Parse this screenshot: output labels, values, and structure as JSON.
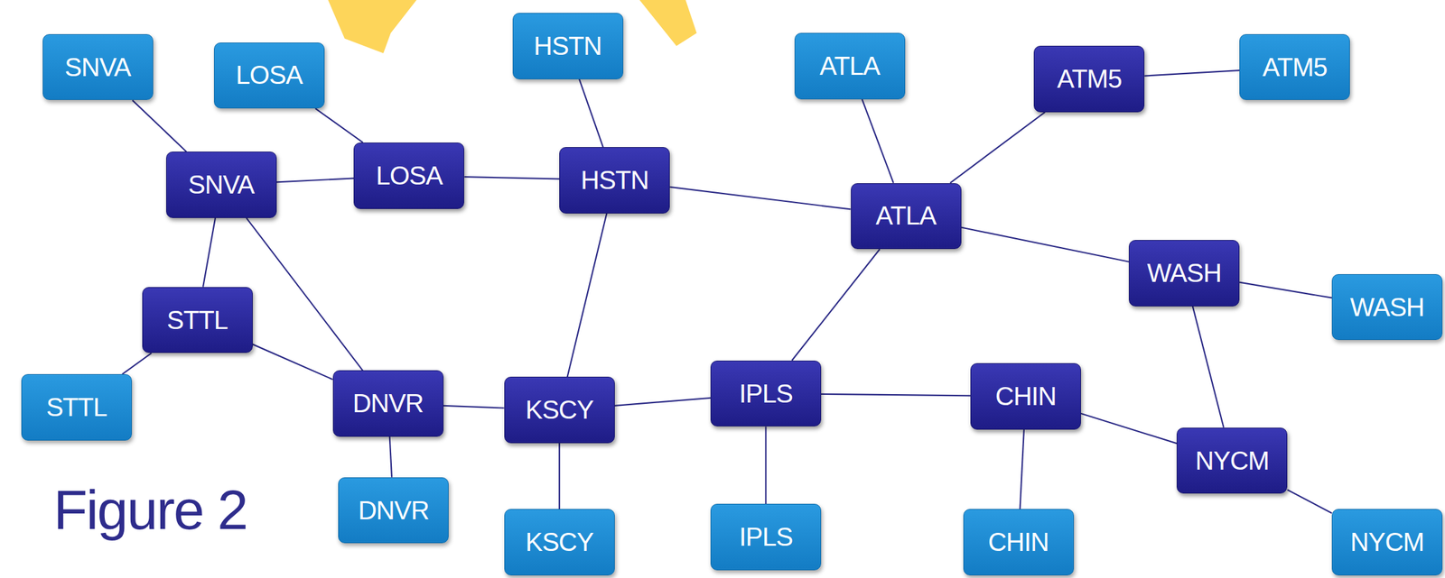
{
  "diagram": {
    "nodes": [
      {
        "text": [
          "SNVA"
        ]
      },
      {
        "text": [
          "LOSA"
        ]
      },
      {
        "text": [
          "HSTN"
        ]
      },
      {
        "text": [
          "ATLA"
        ]
      },
      {
        "text": [
          "ATM5"
        ]
      },
      {
        "text": [
          "ATM5"
        ]
      },
      {
        "text": [
          "SNVA"
        ]
      },
      {
        "text": [
          "LOSA"
        ]
      },
      {
        "text": [
          "HSTN"
        ]
      },
      {
        "text": [
          "ATLA"
        ]
      },
      {
        "text": [
          "WASH"
        ]
      },
      {
        "text": [
          "WASH"
        ]
      },
      {
        "text": [
          "STTL"
        ]
      },
      {
        "text": [
          "STTL"
        ]
      },
      {
        "text": [
          "DNVR"
        ]
      },
      {
        "text": [
          "KSCY"
        ]
      },
      {
        "text": [
          "IPLS"
        ]
      },
      {
        "text": [
          "CHIN"
        ]
      },
      {
        "text": [
          "NYCM"
        ]
      },
      {
        "text": [
          "DNVR"
        ]
      },
      {
        "text": [
          "KSCY"
        ]
      },
      {
        "text": [
          "IPLS"
        ]
      },
      {
        "text": [
          "CHIN"
        ]
      },
      {
        "text": [
          "NYCM"
        ]
      }
    ],
    "edges": [
      {
        "from": 0,
        "to": 6,
        "arrow": "none"
      },
      {
        "from": 1,
        "to": 7,
        "arrow": "none"
      },
      {
        "from": 2,
        "to": 8,
        "arrow": "none"
      },
      {
        "from": 3,
        "to": 9,
        "arrow": "none"
      },
      {
        "from": 4,
        "to": 5,
        "arrow": "none"
      },
      {
        "from": 9,
        "to": 4,
        "arrow": "none"
      },
      {
        "from": 6,
        "to": 7,
        "arrow": "none"
      },
      {
        "from": 7,
        "to": 8,
        "arrow": "none"
      },
      {
        "from": 8,
        "to": 9,
        "arrow": "none"
      },
      {
        "from": 9,
        "to": 10,
        "arrow": "none"
      },
      {
        "from": 10,
        "to": 11,
        "arrow": "none"
      },
      {
        "from": 6,
        "to": 12,
        "arrow": "none"
      },
      {
        "from": 6,
        "to": 14,
        "arrow": "none"
      },
      {
        "from": 12,
        "to": 13,
        "arrow": "none"
      },
      {
        "from": 12,
        "to": 14,
        "arrow": "none"
      },
      {
        "from": 14,
        "to": 15,
        "arrow": "none"
      },
      {
        "from": 14,
        "to": 19,
        "arrow": "none"
      },
      {
        "from": 8,
        "to": 15,
        "arrow": "none"
      },
      {
        "from": 15,
        "to": 16,
        "arrow": "none"
      },
      {
        "from": 15,
        "to": 20,
        "arrow": "none"
      },
      {
        "from": 9,
        "to": 16,
        "arrow": "none"
      },
      {
        "from": 16,
        "to": 17,
        "arrow": "none"
      },
      {
        "from": 16,
        "to": 21,
        "arrow": "none"
      },
      {
        "from": 17,
        "to": 22,
        "arrow": "none"
      },
      {
        "from": 17,
        "to": 18,
        "arrow": "none"
      },
      {
        "from": 10,
        "to": 18,
        "arrow": "none"
      },
      {
        "from": 18,
        "to": 23,
        "arrow": "none"
      }
    ],
    "labels": [
      "Figure 2"
    ]
  }
}
